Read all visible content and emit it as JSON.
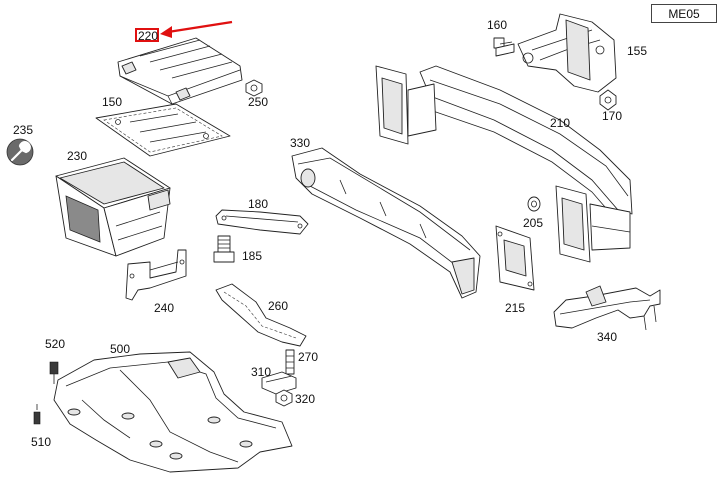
{
  "diagram": {
    "code": "ME05",
    "highlighted_part": "220",
    "arrow_color": "#e01010",
    "tool_icon": "wrench-icon",
    "parts": [
      {
        "id": "p220",
        "label": "220"
      },
      {
        "id": "p250",
        "label": "250"
      },
      {
        "id": "p150",
        "label": "150"
      },
      {
        "id": "p235",
        "label": "235"
      },
      {
        "id": "p230",
        "label": "230"
      },
      {
        "id": "p240",
        "label": "240"
      },
      {
        "id": "p330",
        "label": "330"
      },
      {
        "id": "p180",
        "label": "180"
      },
      {
        "id": "p185",
        "label": "185"
      },
      {
        "id": "p260",
        "label": "260"
      },
      {
        "id": "p160",
        "label": "160"
      },
      {
        "id": "p155",
        "label": "155"
      },
      {
        "id": "p170",
        "label": "170"
      },
      {
        "id": "p210",
        "label": "210"
      },
      {
        "id": "p205",
        "label": "205"
      },
      {
        "id": "p215",
        "label": "215"
      },
      {
        "id": "p340",
        "label": "340"
      },
      {
        "id": "p520",
        "label": "520"
      },
      {
        "id": "p500",
        "label": "500"
      },
      {
        "id": "p510",
        "label": "510"
      },
      {
        "id": "p270",
        "label": "270"
      },
      {
        "id": "p310",
        "label": "310"
      },
      {
        "id": "p320",
        "label": "320"
      }
    ]
  }
}
